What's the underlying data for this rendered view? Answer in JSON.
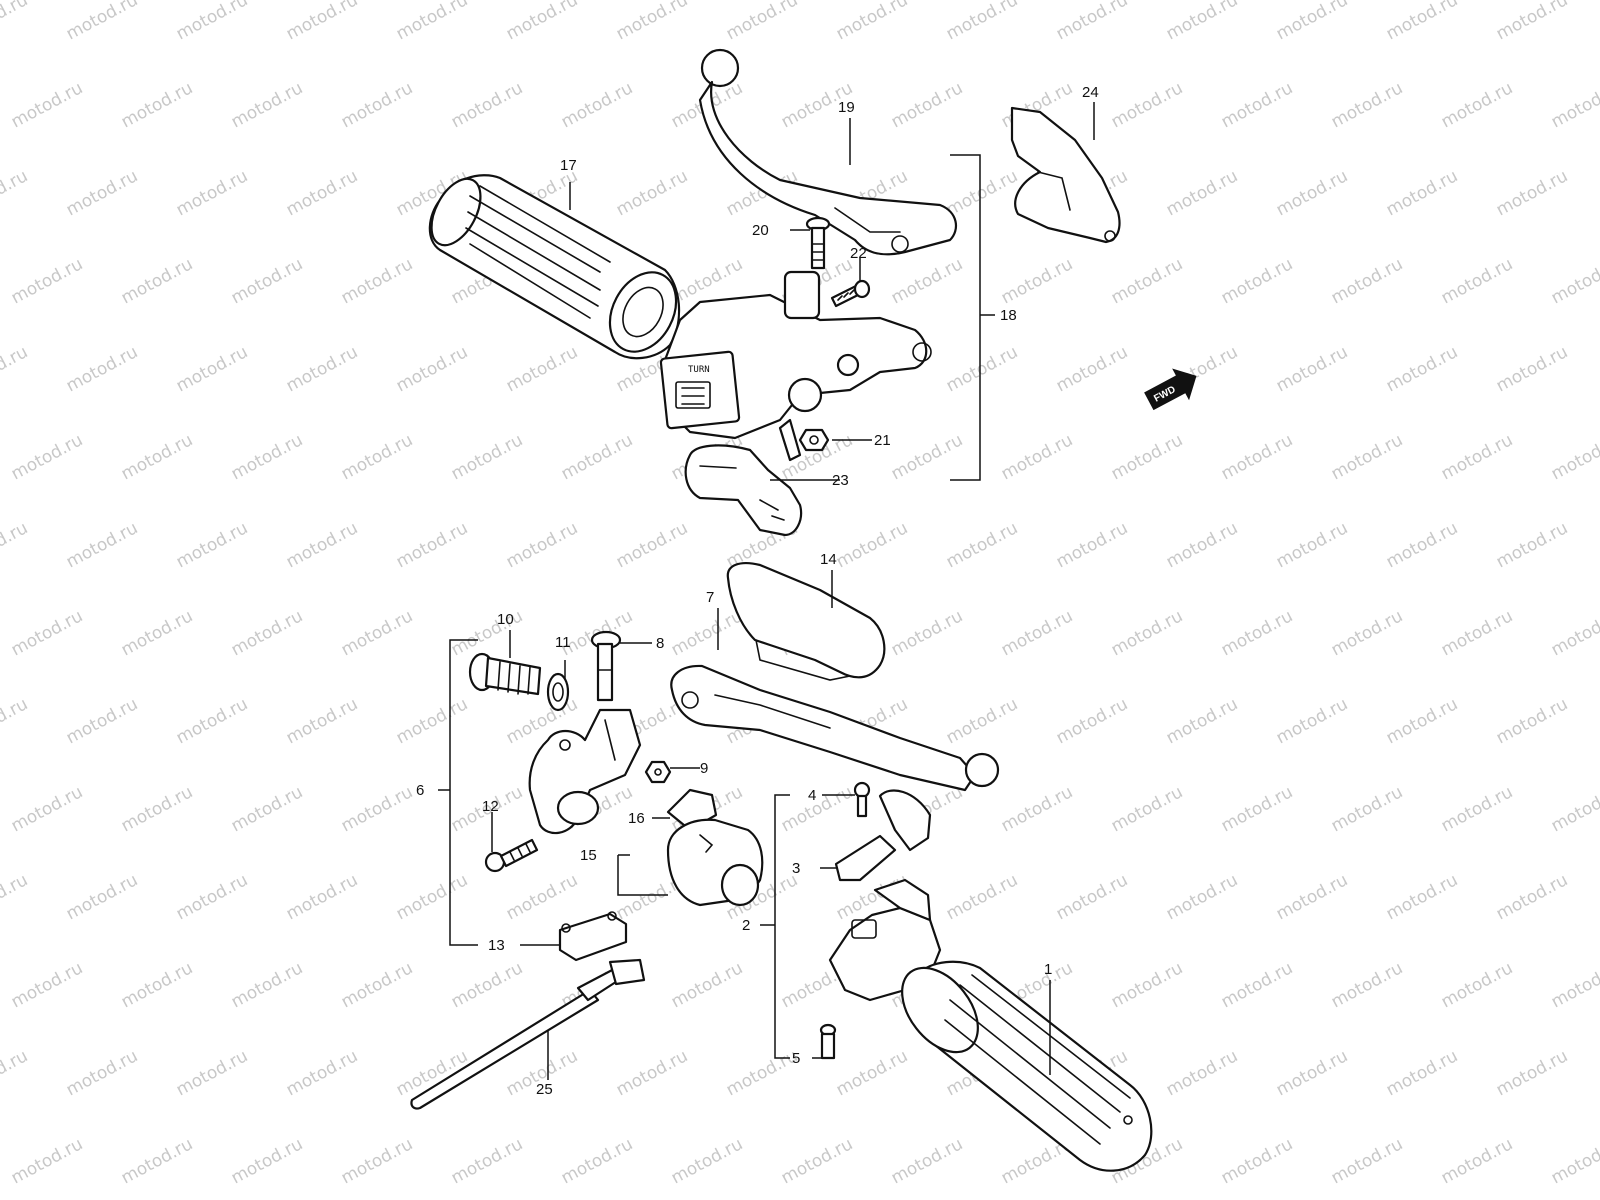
{
  "watermark": "motod.ru",
  "direction_label": "FWD",
  "switch_text": "TURN",
  "callouts": {
    "p1": "1",
    "p2": "2",
    "p3": "3",
    "p4": "4",
    "p5": "5",
    "p6": "6",
    "p7": "7",
    "p8": "8",
    "p9": "9",
    "p10": "10",
    "p11": "11",
    "p12": "12",
    "p13": "13",
    "p14": "14",
    "p15": "15",
    "p16": "16",
    "p17": "17",
    "p18": "18",
    "p19": "19",
    "p20": "20",
    "p21": "21",
    "p22": "22",
    "p23": "23",
    "p24": "24",
    "p25": "25"
  }
}
